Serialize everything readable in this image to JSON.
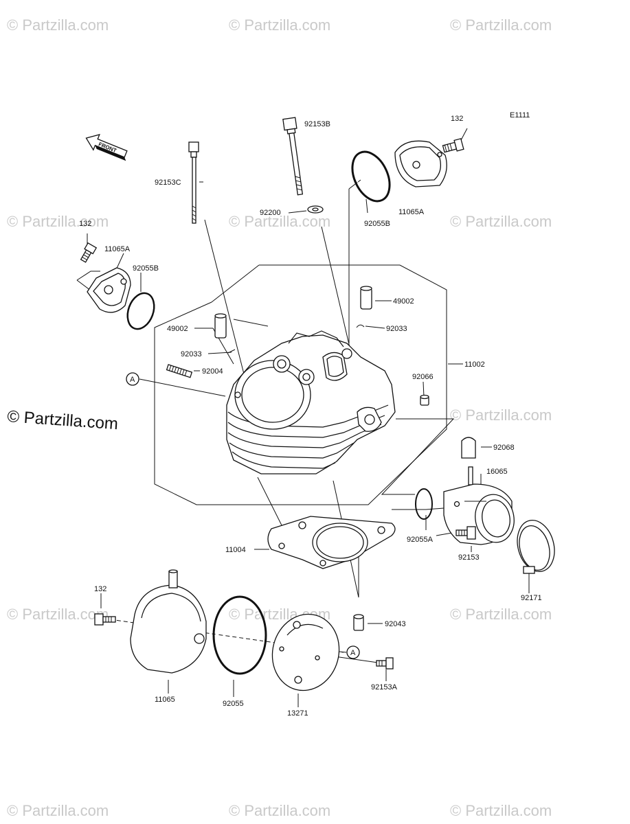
{
  "diagram_code": "E1111",
  "front_arrow_label": "FRONT",
  "watermark_text": "© Partzilla.com",
  "callouts": {
    "p92153C": "92153C",
    "p92153B": "92153B",
    "p132_top": "132",
    "p11065A_top": "11065A",
    "p92055B_top": "92055B",
    "p92200": "92200",
    "p132_left": "132",
    "p11065A_left": "11065A",
    "p92055B_left": "92055B",
    "p49002_right": "49002",
    "p92033_right": "92033",
    "p49002_left": "49002",
    "p92033_left": "92033",
    "p92004": "92004",
    "p11002": "11002",
    "p92066": "92066",
    "p92068": "92068",
    "p16065": "16065",
    "p92055A": "92055A",
    "p92153": "92153",
    "p92171": "92171",
    "p11004": "11004",
    "p92043": "92043",
    "p132_bottom": "132",
    "p11065": "11065",
    "p92055": "92055",
    "p13271": "13271",
    "p92153A": "92153A"
  },
  "ref_markers": {
    "a_left": "A",
    "a_right": "A"
  }
}
